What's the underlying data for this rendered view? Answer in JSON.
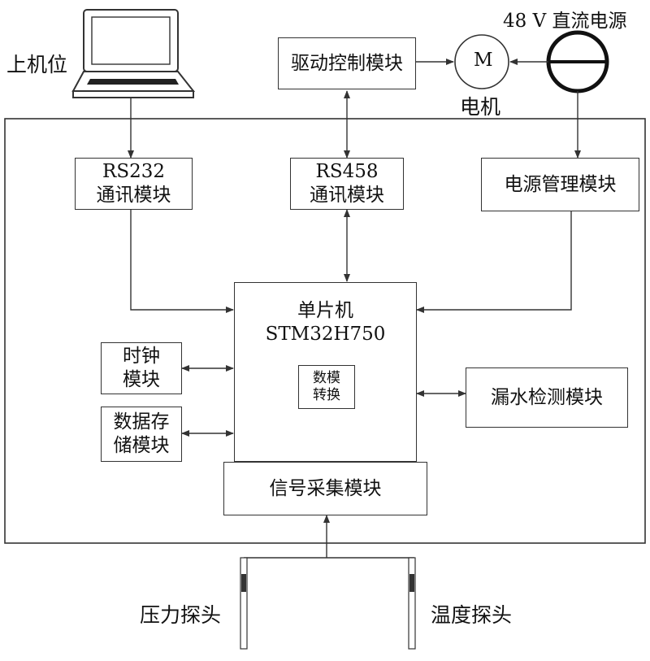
{
  "host": {
    "label": "上机位"
  },
  "power_source": {
    "label": "48 V 直流电源"
  },
  "motor": {
    "symbol": "M",
    "label": "电机"
  },
  "drive_control": {
    "label": "驱动控制模块"
  },
  "rs232": {
    "line1": "RS232",
    "line2": "通讯模块"
  },
  "rs458": {
    "line1": "RS458",
    "line2": "通讯模块"
  },
  "power_mgmt": {
    "label": "电源管理模块"
  },
  "mcu": {
    "line1": "单片机",
    "line2": "STM32H750"
  },
  "adc": {
    "line1": "数模",
    "line2": "转换"
  },
  "clock": {
    "line1": "时钟",
    "line2": "模块"
  },
  "storage": {
    "line1": "数据存",
    "line2": "储模块"
  },
  "leak_detect": {
    "label": "漏水检测模块"
  },
  "signal_acq": {
    "label": "信号采集模块"
  },
  "pressure_probe": {
    "label": "压力探头"
  },
  "temp_probe": {
    "label": "温度探头"
  }
}
